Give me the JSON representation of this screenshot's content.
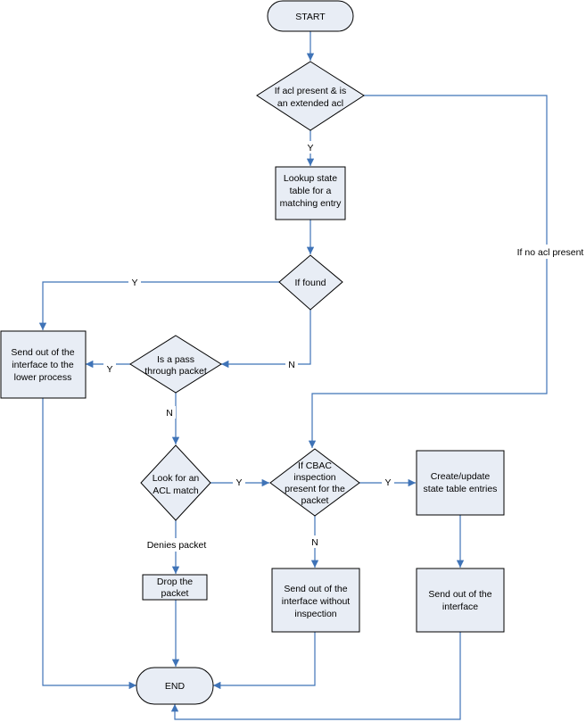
{
  "nodes": {
    "start": "START",
    "acl_check": [
      "If acl present & is",
      "an extended acl"
    ],
    "lookup": [
      "Lookup state",
      "table for a",
      "matching entry"
    ],
    "found": "If found",
    "pass_through": [
      "Is a pass",
      "through packet"
    ],
    "send_lower": [
      "Send out  of the",
      "interface to the",
      "lower process"
    ],
    "acl_match": [
      "Look for an",
      "ACL match"
    ],
    "cbac": [
      "If CBAC",
      "inspection",
      "present for the",
      "packet"
    ],
    "create_update": [
      "Create/update",
      "state table entries"
    ],
    "drop": [
      "Drop the",
      "packet"
    ],
    "send_no_insp": [
      "Send out of the",
      "interface  without",
      "inspection"
    ],
    "send_out": [
      "Send out  of the",
      "interface"
    ],
    "end": "END"
  },
  "edge_labels": {
    "acl_yes": "Y",
    "no_acl": "If no acl present",
    "found_yes": "Y",
    "found_no": "N",
    "pass_yes": "Y",
    "pass_no": "N",
    "acl_match_yes": "Y",
    "denies": "Denies packet",
    "cbac_yes": "Y",
    "cbac_no": "N"
  },
  "colors": {
    "node_fill": "#e8edf5",
    "arrow": "#3f73b7"
  }
}
